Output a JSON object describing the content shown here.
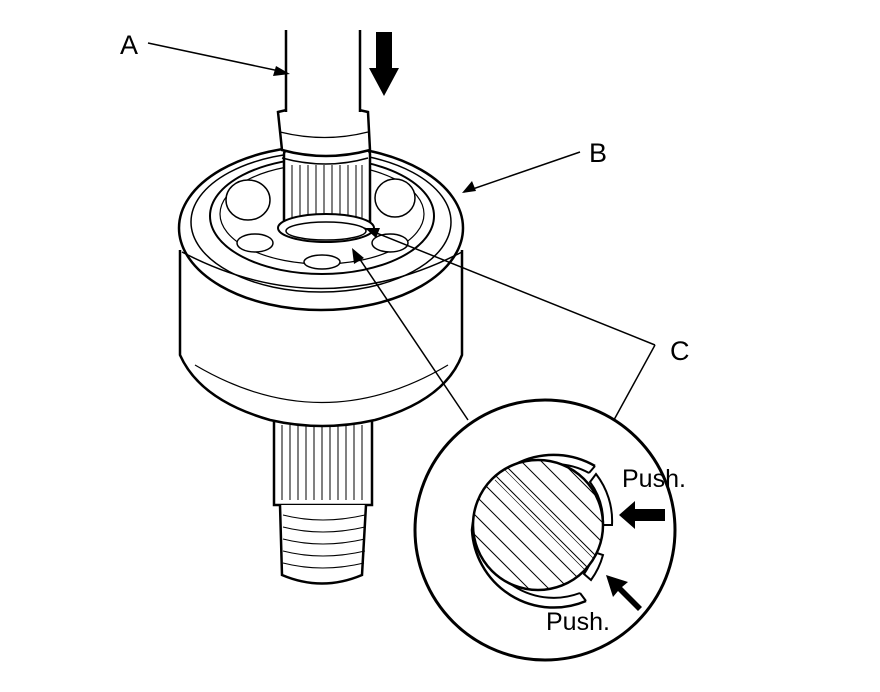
{
  "labels": {
    "a": "A",
    "b": "B",
    "c": "C",
    "push_top": "Push.",
    "push_bottom": "Push."
  },
  "parts": {
    "shaft": "driveshaft",
    "joint": "CV joint outer housing",
    "ring": "circlip"
  },
  "colors": {
    "line": "#000000",
    "background": "#ffffff"
  }
}
